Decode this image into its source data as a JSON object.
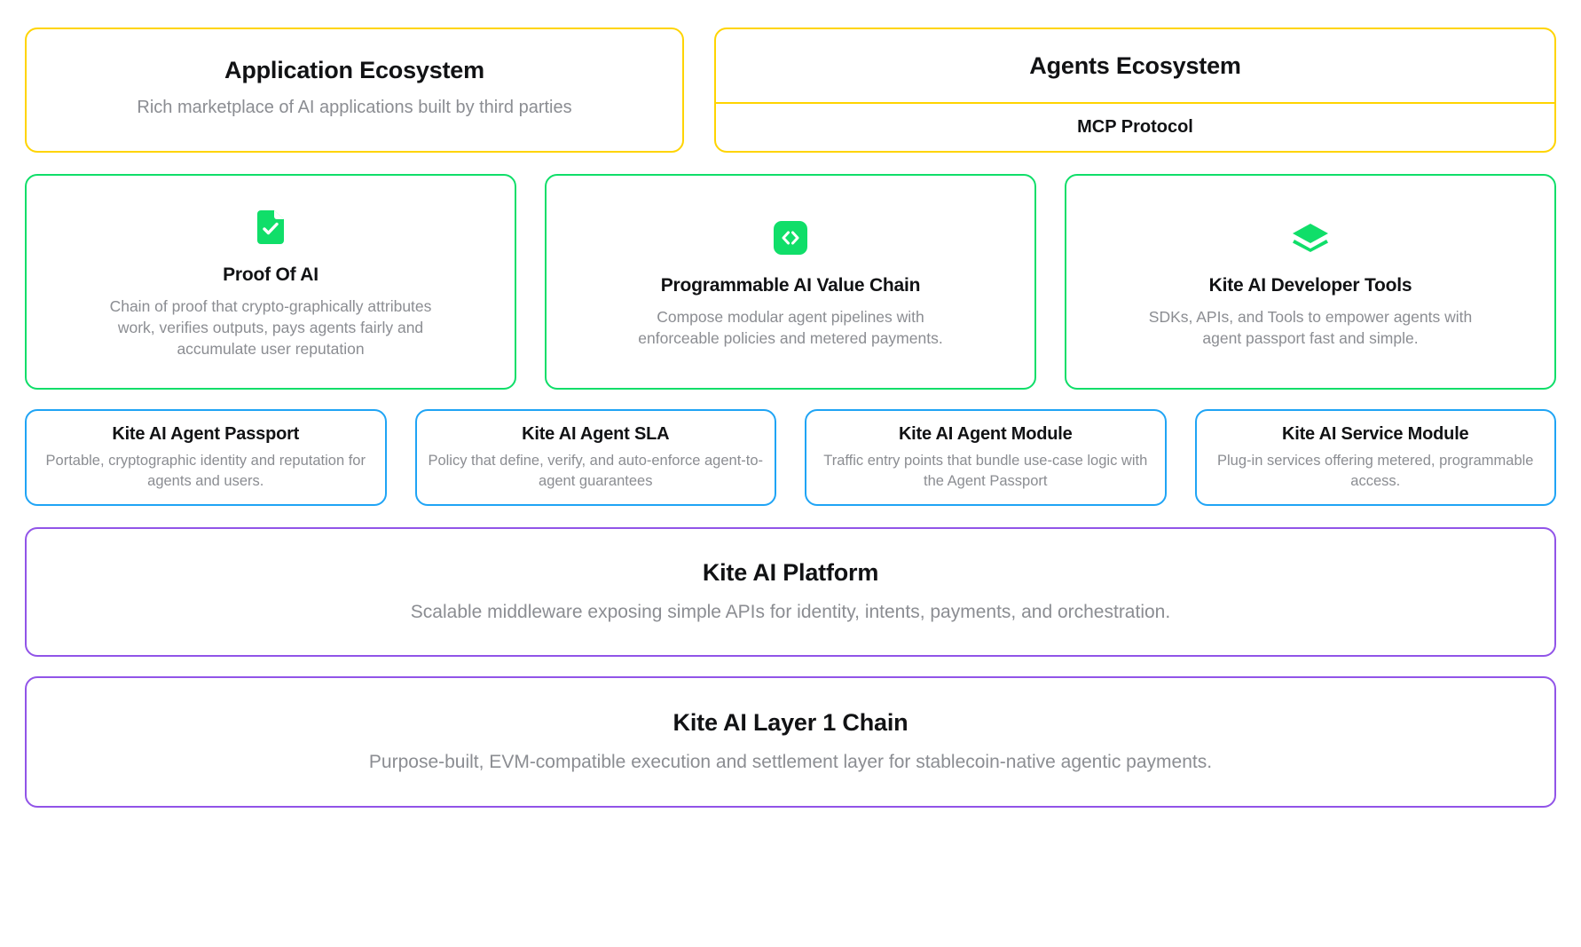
{
  "ecosystem_row": {
    "application": {
      "title": "Application Ecosystem",
      "description": "Rich marketplace of AI applications built by third parties",
      "accent": "#FFD400"
    },
    "agents": {
      "title": "Agents Ecosystem",
      "protocol_label": "MCP Protocol",
      "accent": "#FFD400"
    }
  },
  "pillars_row": {
    "accent": "#10DE69",
    "cards": [
      {
        "icon": "document-check-icon",
        "title": "Proof Of AI",
        "description": "Chain of proof that crypto-graphically attributes work, verifies outputs, pays agents fairly and accumulate user reputation"
      },
      {
        "icon": "code-brackets-icon",
        "title": "Programmable AI Value Chain",
        "description": "Compose modular agent pipelines with enforceable policies and metered payments."
      },
      {
        "icon": "layers-icon",
        "title": "Kite AI Developer Tools",
        "description": "SDKs, APIs, and Tools to empower agents with agent passport fast and simple."
      }
    ]
  },
  "modules_row": {
    "accent": "#1FA4F5",
    "cards": [
      {
        "title": "Kite AI Agent Passport",
        "description": "Portable, cryptographic identity and reputation for agents and users."
      },
      {
        "title": "Kite AI Agent SLA",
        "description": "Policy that define, verify, and auto-enforce agent-to-agent guarantees"
      },
      {
        "title": "Kite AI Agent Module",
        "description": "Traffic entry points that bundle use-case logic with the Agent Passport"
      },
      {
        "title": "Kite AI Service Module",
        "description": "Plug-in services offering metered, programmable access."
      }
    ]
  },
  "platform": {
    "accent": "#9154E8",
    "title": "Kite AI Platform",
    "description": "Scalable middleware exposing simple APIs for identity, intents, payments, and orchestration."
  },
  "chain": {
    "accent": "#9154E8",
    "title": "Kite AI Layer 1 Chain",
    "description": "Purpose-built, EVM-compatible execution and settlement layer for stablecoin-native agentic payments."
  }
}
